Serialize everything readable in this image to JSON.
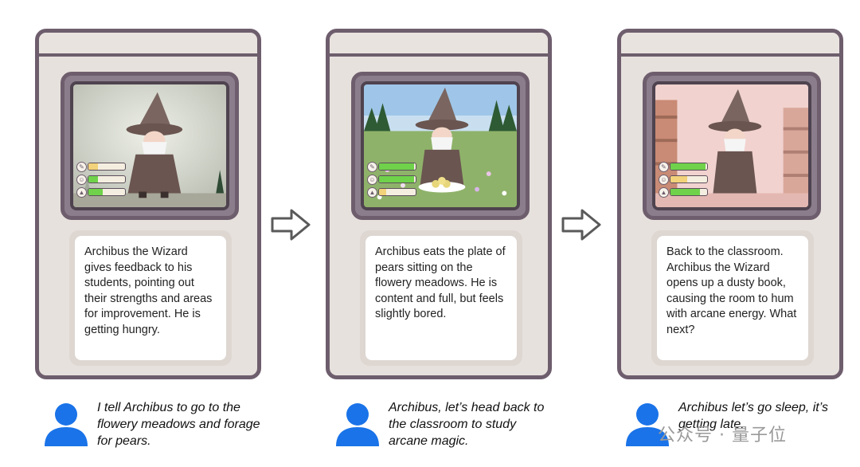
{
  "panels": [
    {
      "description": "Archibus the Wizard gives feedback to his students, pointing out their strengths and areas for improvement. He is getting hungry.",
      "bars": [
        0.25,
        0.25,
        0.4
      ],
      "user_prompt": "I tell Archibus to go to the flowery meadows and forage for pears."
    },
    {
      "description": "Archibus eats the plate of pears sitting on the flowery meadows. He is content and full, but feels slightly bored.",
      "bars": [
        0.95,
        0.95,
        0.2
      ],
      "user_prompt": "Archibus, let’s head back to the classroom to study arcane magic."
    },
    {
      "description": "Back to the classroom. Archibus the Wizard opens up a dusty book, causing the room to hum with arcane energy. What next?",
      "bars": [
        0.95,
        0.45,
        0.8
      ],
      "user_prompt": "Archibus let’s go sleep, it’s getting late."
    }
  ],
  "watermark": "公众号 · 量子位",
  "colors": {
    "frame": "#6e5e6d",
    "device_bg": "#e7e1dd",
    "bar_green": "#6fd24a",
    "bar_yellow": "#f2d27a",
    "avatar_blue": "#1a73e8"
  },
  "icons": [
    "food-icon",
    "fun-icon",
    "energy-icon",
    "arrow-right-icon",
    "user-avatar-icon"
  ]
}
